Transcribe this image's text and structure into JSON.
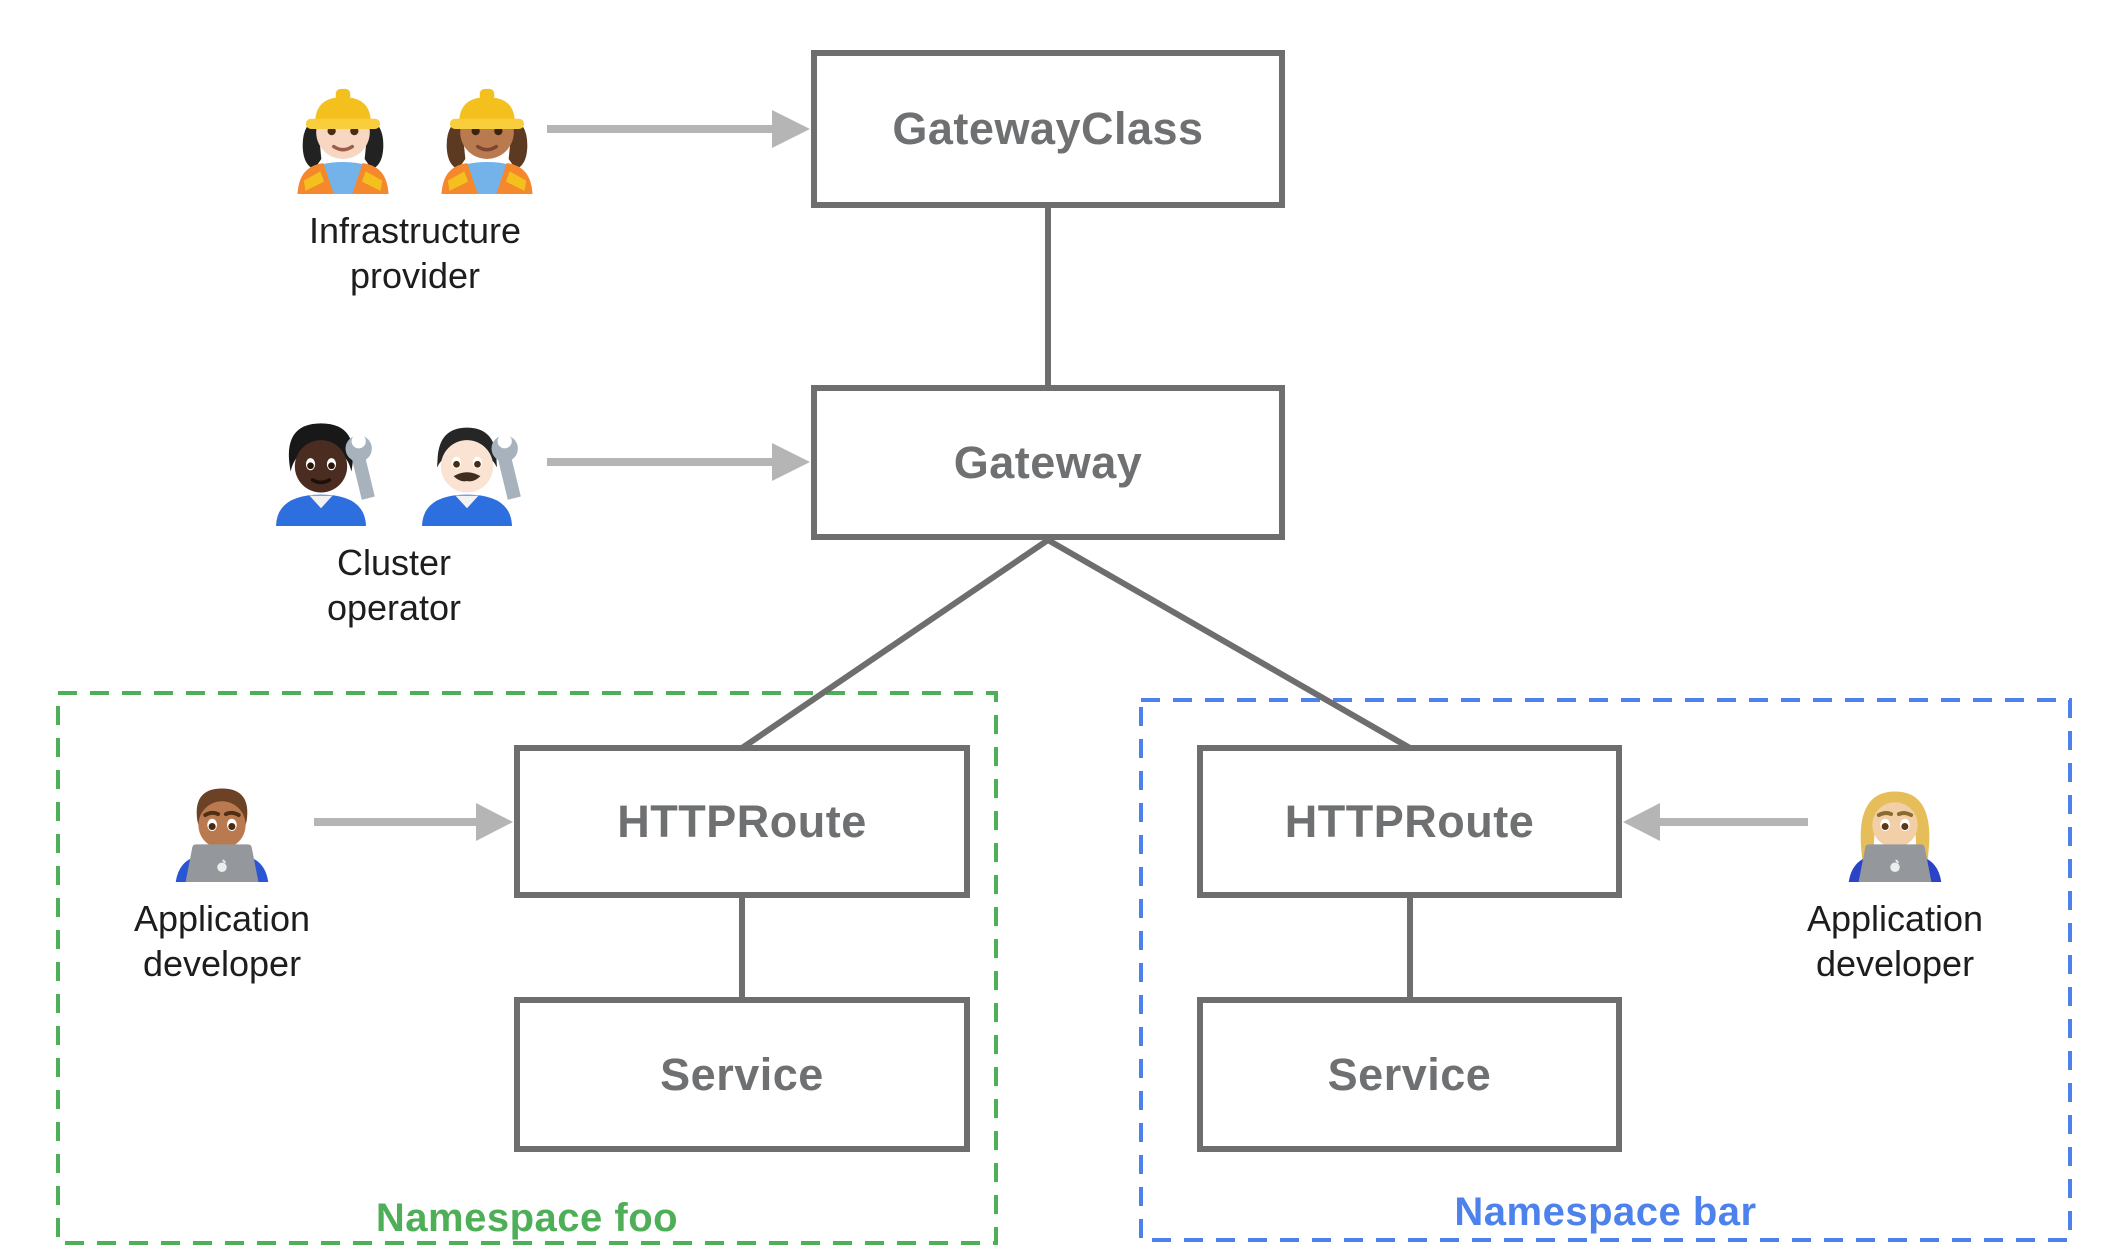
{
  "colors": {
    "background": "#FFFFFF",
    "box_border": "#6E6E6E",
    "box_label": "#6E7072",
    "connector": "#6E6E6E",
    "arrow": "#B5B5B5",
    "persona_label": "#1D1D1F",
    "namespace_foo": "#4FAE58",
    "namespace_bar": "#4D82EC"
  },
  "nodes": {
    "gatewayclass": {
      "label": "GatewayClass"
    },
    "gateway": {
      "label": "Gateway"
    },
    "httproute_foo": {
      "label": "HTTPRoute"
    },
    "httproute_bar": {
      "label": "HTTPRoute"
    },
    "service_foo": {
      "label": "Service"
    },
    "service_bar": {
      "label": "Service"
    }
  },
  "personas": {
    "infrastructure_provider": {
      "label_line1": "Infrastructure",
      "label_line2": "provider",
      "icons": [
        "woman-construction-worker-light-icon",
        "woman-construction-worker-medium-icon"
      ]
    },
    "cluster_operator": {
      "label_line1": "Cluster",
      "label_line2": "operator",
      "icons": [
        "mechanic-dark-icon",
        "man-mechanic-light-icon"
      ]
    },
    "application_developer_foo": {
      "label_line1": "Application",
      "label_line2": "developer",
      "icons": [
        "man-technologist-icon"
      ]
    },
    "application_developer_bar": {
      "label_line1": "Application",
      "label_line2": "developer",
      "icons": [
        "woman-technologist-icon"
      ]
    }
  },
  "namespaces": {
    "foo": {
      "label": "Namespace foo"
    },
    "bar": {
      "label": "Namespace bar"
    }
  }
}
